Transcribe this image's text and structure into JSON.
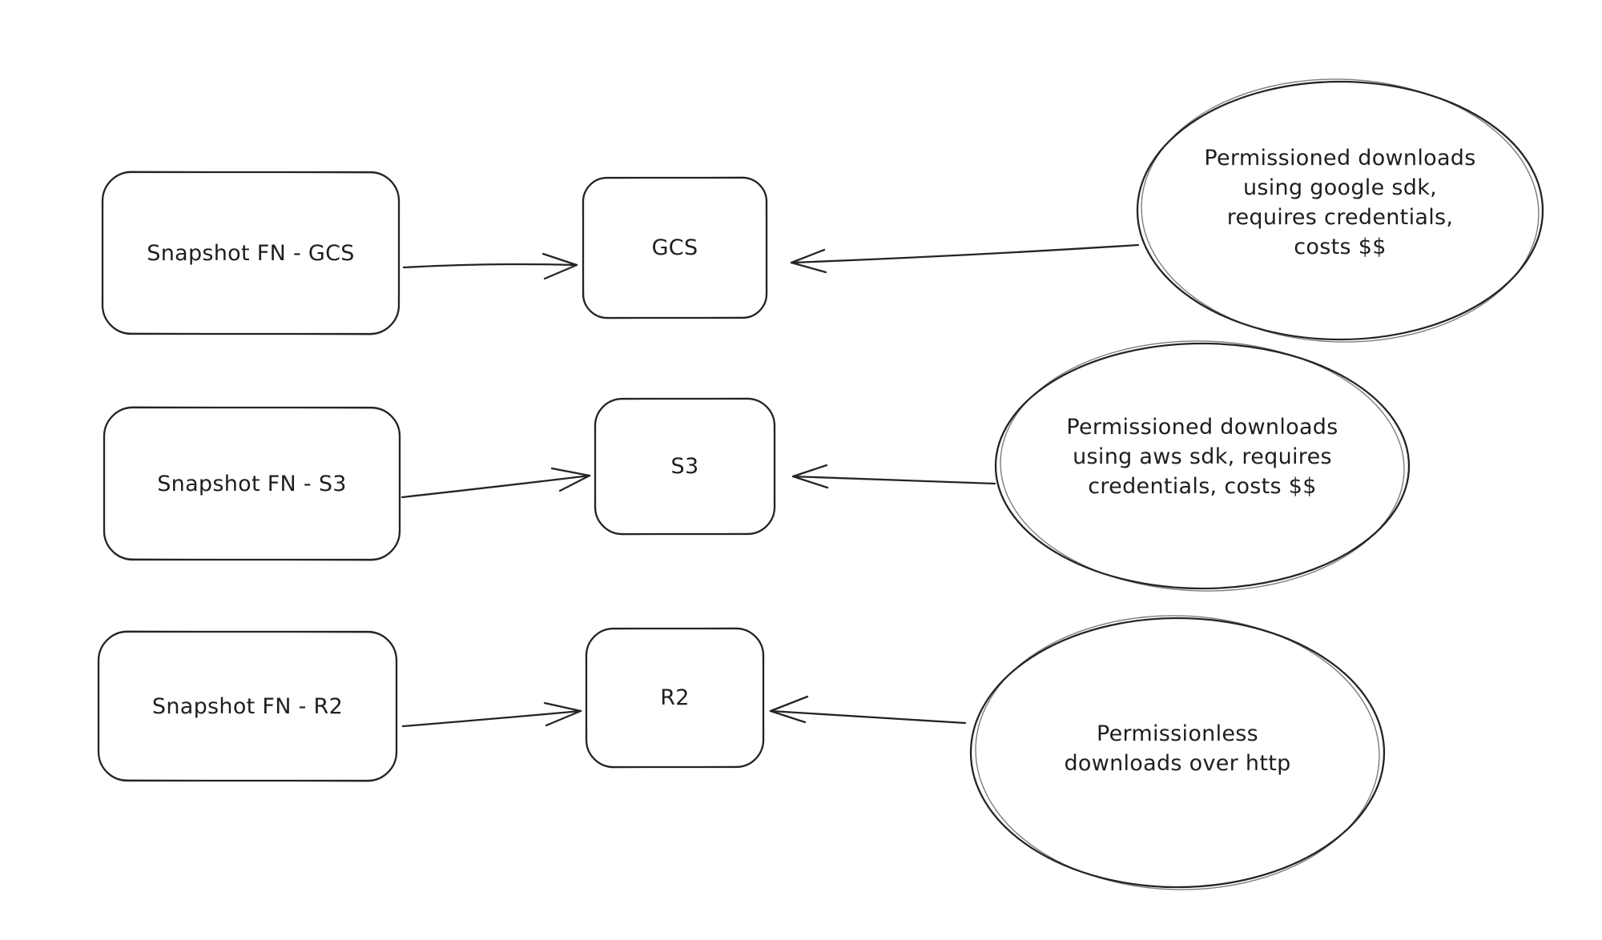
{
  "canvas": {
    "background_color": "#ffffff",
    "ink_color": "#242424"
  },
  "rows": [
    {
      "id": "gcs",
      "source": {
        "label": "Snapshot FN - GCS"
      },
      "storage": {
        "label": "GCS"
      },
      "note": {
        "text": "Permissioned downloads\nusing google sdk,\nrequires credentials,\ncosts $$"
      }
    },
    {
      "id": "s3",
      "source": {
        "label": "Snapshot FN - S3"
      },
      "storage": {
        "label": "S3"
      },
      "note": {
        "text": "Permissioned downloads\nusing aws sdk, requires\ncredentials, costs $$"
      }
    },
    {
      "id": "r2",
      "source": {
        "label": "Snapshot FN - R2"
      },
      "storage": {
        "label": "R2"
      },
      "note": {
        "text": "Permissionless\ndownloads over http"
      }
    }
  ]
}
